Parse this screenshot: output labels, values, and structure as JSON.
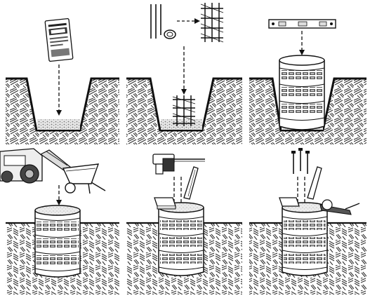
{
  "steps": [
    {
      "id": "step-1",
      "items": [
        "gravel-bag-icon",
        "dashed-arrow",
        "excavated-hole",
        "gravel-bed"
      ]
    },
    {
      "id": "step-2",
      "items": [
        "rebar-bars-icon",
        "tie-wire-coil-icon",
        "rebar-cage-icon",
        "dashed-arrow",
        "excavated-hole",
        "gravel-bed"
      ]
    },
    {
      "id": "step-3",
      "items": [
        "spirit-level-icon",
        "dashed-arrow",
        "tube-form-icon",
        "excavated-hole",
        "gravel-bed"
      ]
    },
    {
      "id": "step-4",
      "items": [
        "mixer-truck-icon",
        "wheelbarrow-icon",
        "dashed-arrow",
        "concrete-filled-tube-icon",
        "backfilled-soil"
      ]
    },
    {
      "id": "step-5",
      "items": [
        "hammer-drill-icon",
        "brace-icon",
        "anchor-bracket-icon",
        "concrete-filled-tube-icon",
        "backfilled-soil"
      ]
    },
    {
      "id": "step-6",
      "items": [
        "anchor-bolts-icon",
        "brace-icon",
        "angle-grinder-icon",
        "concrete-filled-tube-icon",
        "backfilled-soil"
      ]
    }
  ],
  "colors": {
    "ink": "#111111",
    "soil": "#555555",
    "gravel": "#cfcfcf",
    "concrete": "#d6d6d6",
    "paper": "#ffffff"
  }
}
